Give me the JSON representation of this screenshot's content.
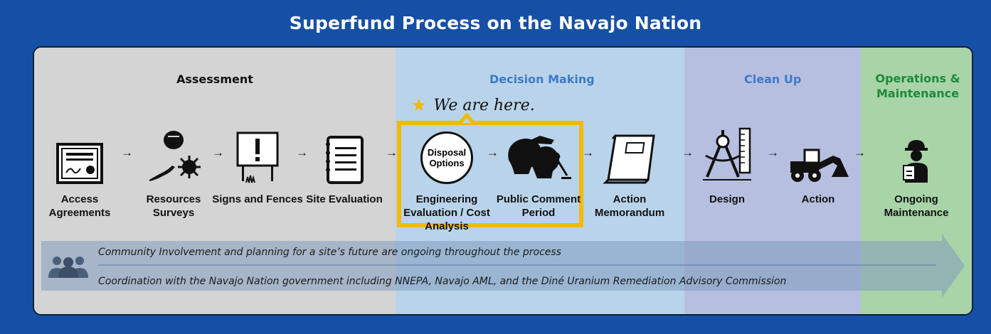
{
  "title": "Superfund Process on the Navajo Nation",
  "phases": {
    "assessment": "Assessment",
    "decision_making": "Decision Making",
    "clean_up": "Clean Up",
    "operations_maintenance": "Operations & Maintenance"
  },
  "marker": {
    "text": "We are here.",
    "icon": "star-icon"
  },
  "steps": [
    {
      "label": "Access Agreements",
      "icon": "certificate-icon"
    },
    {
      "label": "Resources Surveys",
      "icon": "wildlife-icon"
    },
    {
      "label": "Signs and Fences",
      "icon": "warning-sign-icon"
    },
    {
      "label": "Site Evaluation",
      "icon": "notebook-icon"
    },
    {
      "label": "Engineering Evaluation / Cost Analysis",
      "icon": "disposal-options-icon",
      "icon_text": "Disposal Options"
    },
    {
      "label": "Public Comment Period",
      "icon": "speakers-microphone-icon"
    },
    {
      "label": "Action Memorandum",
      "icon": "binder-icon"
    },
    {
      "label": "Design",
      "icon": "compass-ruler-icon"
    },
    {
      "label": "Action",
      "icon": "loader-icon"
    },
    {
      "label": "Ongoing Maintenance",
      "icon": "worker-clipboard-icon"
    }
  ],
  "arrow_glyph": "→",
  "ongoing": {
    "line1": "Community Involvement and planning for a site’s future are ongoing throughout the process",
    "line2": "Coordination with the Navajo Nation government including NNEPA, Navajo AML, and the Diné Uranium Remediation Advisory Commission",
    "icon": "people-group-icon"
  },
  "colors": {
    "background": "#1650a6",
    "assessment_zone": "#d4d4d4",
    "decision_zone": "#b9d4ea",
    "cleanup_zone": "#b7bfe0",
    "om_zone": "#a8d4a8",
    "highlight": "#f5b800",
    "phase_blue": "#3d7ac8",
    "phase_green": "#1e8a3a"
  }
}
